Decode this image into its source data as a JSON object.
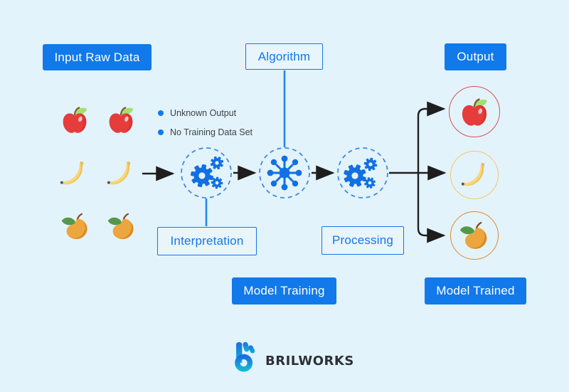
{
  "buttons": {
    "input_raw_data": "Input Raw Data",
    "algorithm": "Algorithm",
    "output": "Output",
    "interpretation": "Interpretation",
    "processing": "Processing",
    "model_training": "Model Training",
    "model_trained": "Model Trained"
  },
  "notes": {
    "items": [
      {
        "label": "Unknown Output"
      },
      {
        "label": "No Training Data Set"
      }
    ]
  },
  "input_fruits": {
    "rows": [
      {
        "type": "apple",
        "count": 2
      },
      {
        "type": "banana",
        "count": 2
      },
      {
        "type": "mango",
        "count": 2
      }
    ]
  },
  "pipeline": {
    "stages": [
      {
        "name": "interpretation",
        "icon": "gears-icon"
      },
      {
        "name": "algorithm",
        "icon": "network-hub-icon"
      },
      {
        "name": "processing",
        "icon": "gears-icon"
      }
    ]
  },
  "outputs": {
    "items": [
      {
        "type": "apple",
        "ring_color": "#d9534f"
      },
      {
        "type": "banana",
        "ring_color": "#f2c469"
      },
      {
        "type": "mango",
        "ring_color": "#e0862e"
      }
    ]
  },
  "logo": {
    "text": "BRILWORKS"
  },
  "colors": {
    "background": "#e3f3fb",
    "primary_blue": "#1179ea",
    "outline_blue": "#1377e8",
    "gear_blue": "#1270e2",
    "dashed_circle_blue": "#3e89e8",
    "arrow_black": "#1e1e1e",
    "note_text": "#3d4248",
    "logo_text": "#2d3136"
  }
}
